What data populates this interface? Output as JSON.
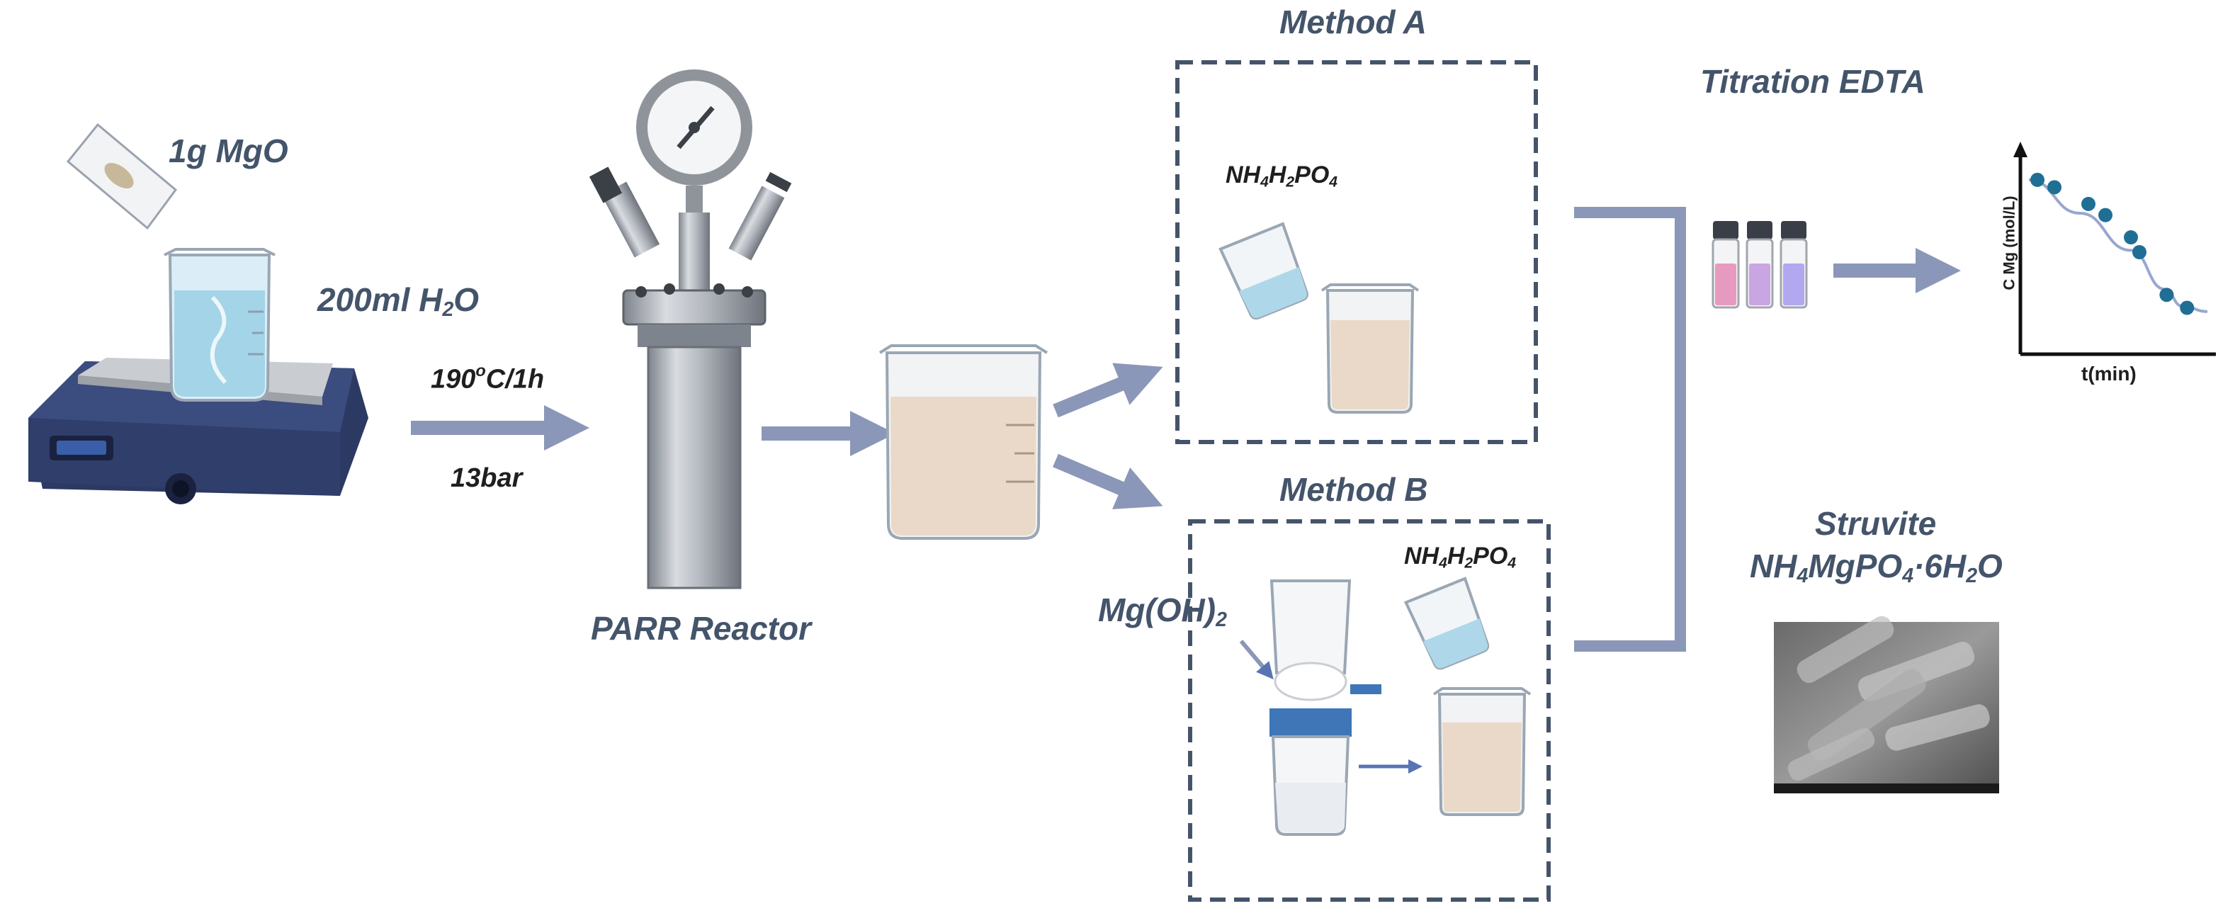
{
  "colors": {
    "text": "#44546a",
    "arrow": "#8b97b8",
    "box_border": "#44546a",
    "steel": "#a9aeb6",
    "liquid_clear": "#aed8ea",
    "suspension": "#ead9c8",
    "hotplate": "#2c3a63",
    "filter_band": "#3e76b8"
  },
  "step1": {
    "powder": "1g MgO",
    "water_prefix": "200ml H",
    "water_sub": "2",
    "water_suffix": "O"
  },
  "conditions": {
    "temp_prefix": "190",
    "temp_sup": "o",
    "temp_suffix": "C/1h",
    "pressure": "13bar"
  },
  "reactor": {
    "label": "PARR Reactor"
  },
  "method_a": {
    "title": "Method A",
    "reagent": {
      "p1": "NH",
      "s1": "4",
      "p2": "H",
      "s2": "2",
      "p3": "PO",
      "s3": "4"
    }
  },
  "method_b": {
    "title": "Method B",
    "precipitate": {
      "p1": "Mg(OH)",
      "s1": "2"
    },
    "reagent": {
      "p1": "NH",
      "s1": "4",
      "p2": "H",
      "s2": "2",
      "p3": "PO",
      "s3": "4"
    }
  },
  "titration": {
    "title": "Titration EDTA"
  },
  "product": {
    "name": "Struvite",
    "formula": {
      "p1": "NH",
      "s1": "4",
      "p2": "MgPO",
      "s2": "4",
      "p3": "·6H",
      "s3": "2",
      "p4": "O"
    }
  },
  "chart_data": {
    "type": "scatter",
    "title": "",
    "xlabel": "t(min)",
    "ylabel": "C Mg (mol/L)",
    "x_ticks": [],
    "y_ticks": [],
    "trend": "decreasing",
    "points": [
      {
        "x": 1,
        "y": 9.4
      },
      {
        "x": 2,
        "y": 9.0
      },
      {
        "x": 4,
        "y": 8.1
      },
      {
        "x": 5,
        "y": 7.5
      },
      {
        "x": 6.5,
        "y": 6.3
      },
      {
        "x": 7,
        "y": 5.5
      },
      {
        "x": 8.6,
        "y": 3.2
      },
      {
        "x": 9.8,
        "y": 2.5
      }
    ],
    "fit_line": [
      {
        "x": 0.5,
        "y": 9.4
      },
      {
        "x": 3.5,
        "y": 7.6
      },
      {
        "x": 6.5,
        "y": 5.6
      },
      {
        "x": 8.5,
        "y": 3.5
      },
      {
        "x": 9.5,
        "y": 2.6
      },
      {
        "x": 11,
        "y": 2.3
      }
    ],
    "xlim": [
      0,
      11.5
    ],
    "ylim": [
      0,
      11
    ]
  }
}
